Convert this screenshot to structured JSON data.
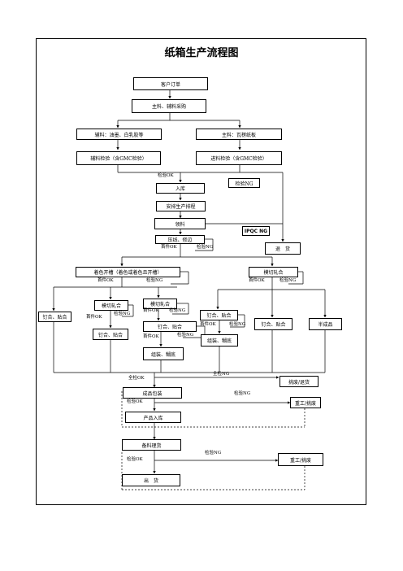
{
  "title": "纸箱生产流程图",
  "nodes": {
    "order": "客户订单",
    "purchase": "主料、辅料采购",
    "aux_material": "辅料：油墨、白乳胶等",
    "main_material": "主料：瓦楞纸板",
    "aux_inspect": "辅料检验（含GMC检验）",
    "main_inspect": "进料检验（含GMC检验）",
    "inspect_ng_box": "检验NG",
    "warehouse_in": "入库",
    "schedule": "安排生产排程",
    "issue": "领料",
    "press": "压线、修边",
    "ipqc": "IPQC NG",
    "return": "退　货",
    "print_slot": "着色开槽（着色或着色且开槽）",
    "die_cut_right": "模切轧合",
    "die_cut_left": "模切轧合",
    "die_cut_mid": "模切轧合",
    "nail_left": "钉合、贴合",
    "nail_left2": "钉合、贴合",
    "nail_mid": "钉合、贴合",
    "nail_right": "钉合、贴合",
    "nail_right2": "钉合、贴合",
    "semi": "半成品",
    "assemble_mid": "组装、糊底",
    "assemble_right": "组装、糊底",
    "pick_return": "挑废/退货",
    "pack": "成品包装",
    "rework1": "重工/挑废",
    "store": "产品入库",
    "prepare": "备料理货",
    "rework2": "重工/挑废",
    "ship": "出　货"
  },
  "labels": {
    "ok1": "检验OK",
    "first_ok": "首件OK",
    "ng": "检验NG",
    "full_ok": "全检OK",
    "full_ng": "全检NG",
    "ng_mid": "检验NG"
  }
}
